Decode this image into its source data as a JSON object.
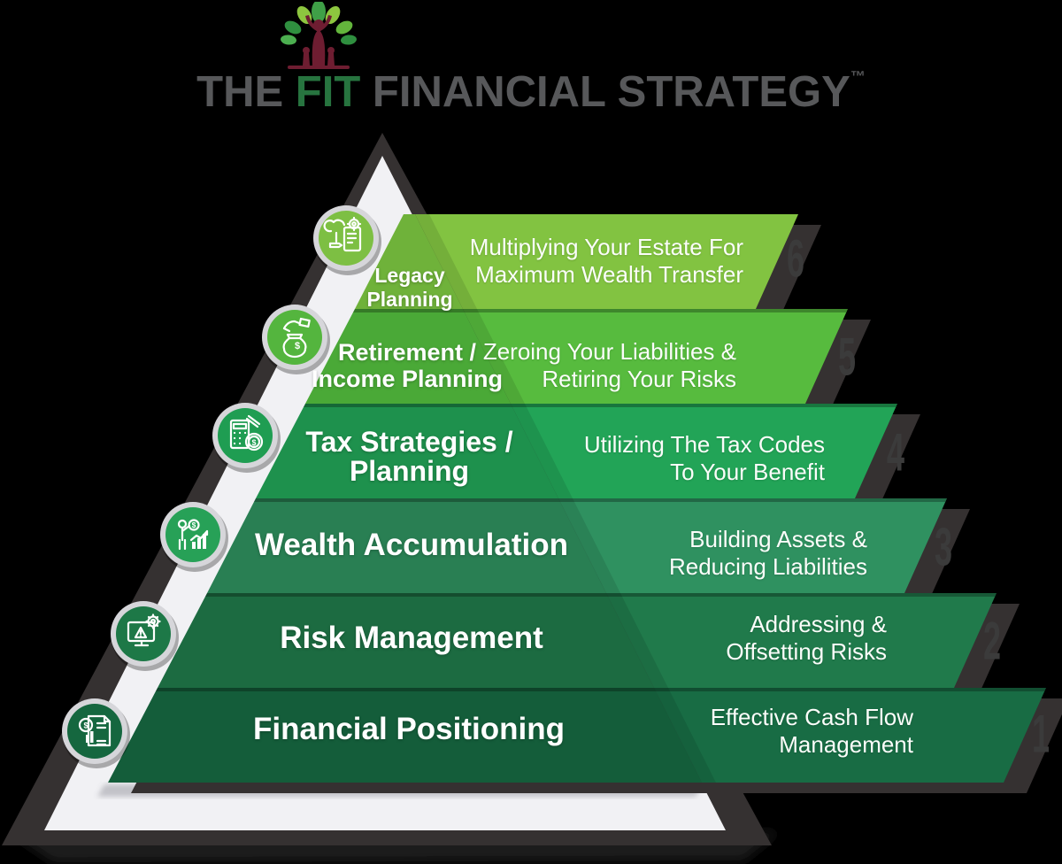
{
  "header": {
    "title_the": "THE ",
    "title_fit": "FIT",
    "title_rest": " FINANCIAL STRATEGY",
    "trademark": "™",
    "logo": "tree-people-logo"
  },
  "colors": {
    "title_gray": "#57585a",
    "title_green": "#27743f",
    "charcoal_edge": "#353131",
    "pyramid_face_white": "#f1f1f4",
    "level6_green": "#82c341",
    "level5_green": "#57bb3e",
    "level4_green": "#22a457",
    "level3_green": "#2f9160",
    "level2_green": "#207a4b",
    "level1_green": "#186c44",
    "number_gray": "#3b3b3b"
  },
  "pyramid": {
    "levels": [
      {
        "number": "6",
        "name_line1": "Legacy",
        "name_line2": "Planning",
        "desc_line1": "Multiplying Your Estate For",
        "desc_line2": "Maximum Wealth Transfer",
        "icon": "legacy-planning-icon"
      },
      {
        "number": "5",
        "name_line1": "Retirement /",
        "name_line2": "Income Planning",
        "desc_line1": "Zeroing Your Liabilities &",
        "desc_line2": "Retiring Your Risks",
        "icon": "retirement-income-icon"
      },
      {
        "number": "4",
        "name_line1": "Tax Strategies /",
        "name_line2": "Planning",
        "desc_line1": "Utilizing The Tax Codes",
        "desc_line2": "To Your Benefit",
        "icon": "tax-strategies-icon"
      },
      {
        "number": "3",
        "name_line1": "Wealth Accumulation",
        "name_line2": "",
        "desc_line1": "Building Assets &",
        "desc_line2": "Reducing Liabilities",
        "icon": "wealth-accumulation-icon"
      },
      {
        "number": "2",
        "name_line1": "Risk Management",
        "name_line2": "",
        "desc_line1": "Addressing &",
        "desc_line2": "Offsetting Risks",
        "icon": "risk-management-icon"
      },
      {
        "number": "1",
        "name_line1": "Financial Positioning",
        "name_line2": "",
        "desc_line1": "Effective Cash Flow",
        "desc_line2": "Management",
        "icon": "financial-positioning-icon"
      }
    ]
  }
}
